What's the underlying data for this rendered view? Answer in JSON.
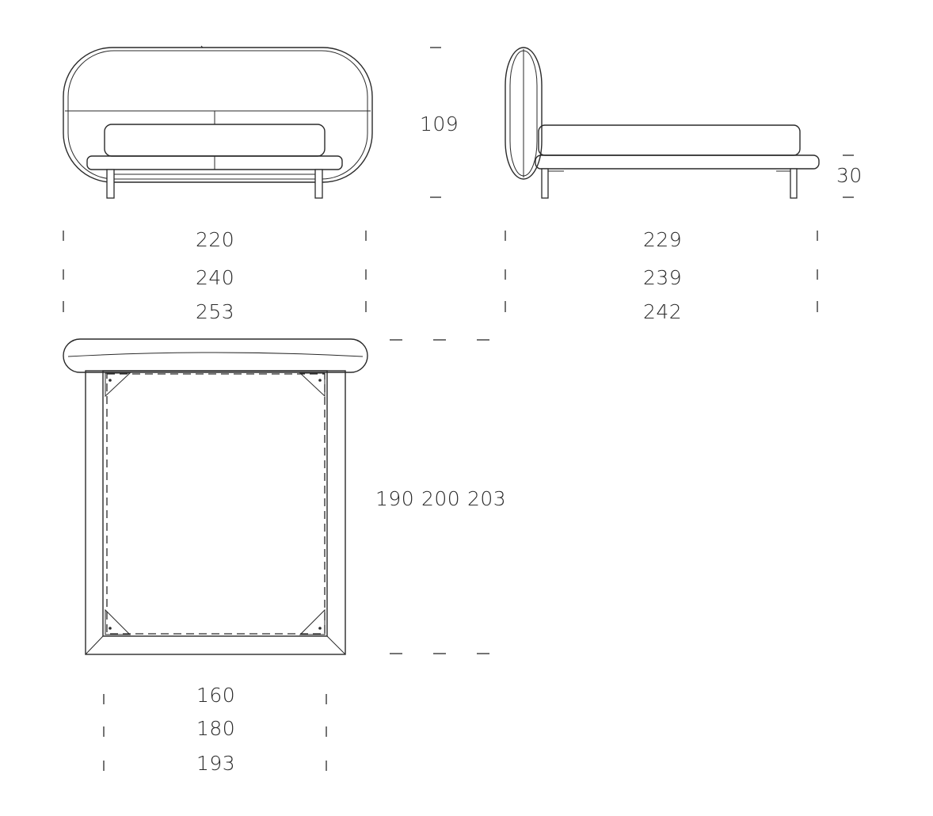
{
  "front_view": {
    "height": "109",
    "widths": [
      "220",
      "240",
      "253"
    ]
  },
  "side_view": {
    "frame_height": "30",
    "lengths": [
      "229",
      "239",
      "242"
    ]
  },
  "top_view": {
    "lengths": [
      "190",
      "200",
      "203"
    ],
    "widths": [
      "160",
      "180",
      "193"
    ]
  }
}
